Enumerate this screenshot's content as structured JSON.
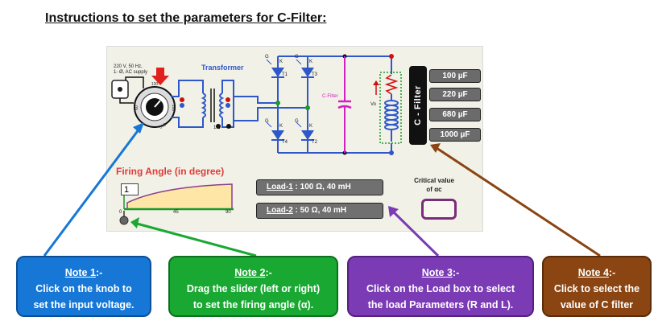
{
  "page": {
    "title": "Instructions to set the parameters for C-Filter:"
  },
  "circuit": {
    "supply_line1": "220 V, 50 Hz,",
    "supply_line2": "1- Ø, AC supply",
    "transformer_label": "Transformer",
    "ratio_label": "1:1",
    "knob_ticks": [
      "120",
      "180",
      "240",
      "60"
    ],
    "thyristor_labels": [
      "T1",
      "T3",
      "T4",
      "T2"
    ],
    "cfilter_small_label": "C-Filter",
    "vo_label": "Vo"
  },
  "filter": {
    "vertical_label": "C - Filter",
    "capacitor_options": [
      "100 µF",
      "220 µF",
      "680 µF",
      "1000 µF"
    ]
  },
  "firing": {
    "title": "Firing Angle (in degree)",
    "value": "1",
    "axis_ticks": [
      "0",
      "45",
      "90"
    ]
  },
  "load": {
    "load1_name": "Load-1",
    "load1_params": " : 100 Ω, 40 mH",
    "load2_name": "Load-2",
    "load2_params": " : 50 Ω, 40 mH"
  },
  "critical": {
    "line1": "Critical value",
    "line2": "of αc"
  },
  "notes": [
    {
      "heading": "Note 1",
      "suffix": ":-",
      "line1": "Click on the knob to",
      "line2": "set the input voltage.",
      "color": "#1677d6"
    },
    {
      "heading": "Note 2",
      "suffix": ":-",
      "line1": "Drag the slider (left or right)",
      "line2": "to set the firing angle (α).",
      "color": "#19a832"
    },
    {
      "heading": "Note 3",
      "suffix": ":-",
      "line1": "Click on the Load box to select",
      "line2": "the load Parameters (R and L).",
      "color": "#7b3bb5"
    },
    {
      "heading": "Note 4",
      "suffix": ":-",
      "line1": "Click to select the",
      "line2": "value of C filter",
      "color": "#8a4512"
    }
  ]
}
